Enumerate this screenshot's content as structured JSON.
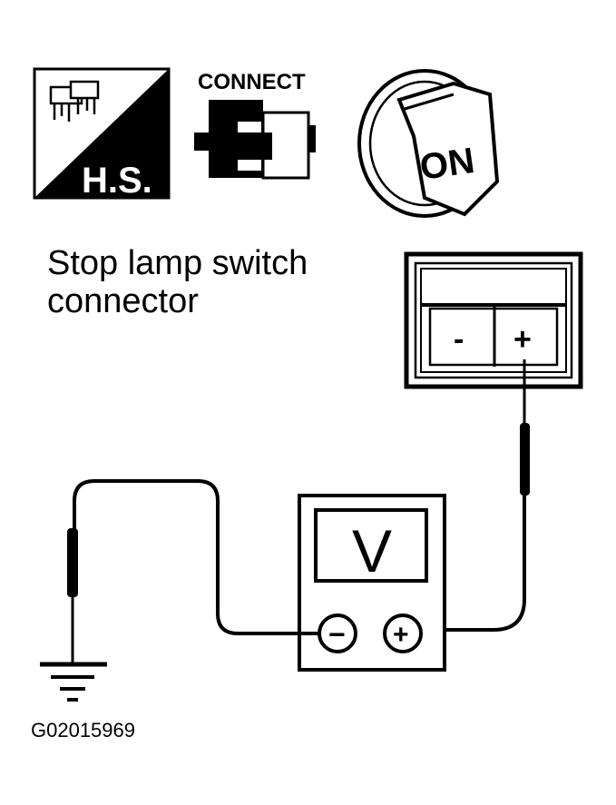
{
  "icons": {
    "hs_label": "H.S.",
    "connect_label": "CONNECT",
    "ignition_label": "ON"
  },
  "connector": {
    "title_line1": "Stop lamp switch",
    "title_line2": "connector",
    "terminal_neg": "-",
    "terminal_pos": "+"
  },
  "meter": {
    "display_label": "V",
    "neg_label": "−",
    "pos_label": "+"
  },
  "figure_id": "G02015969"
}
